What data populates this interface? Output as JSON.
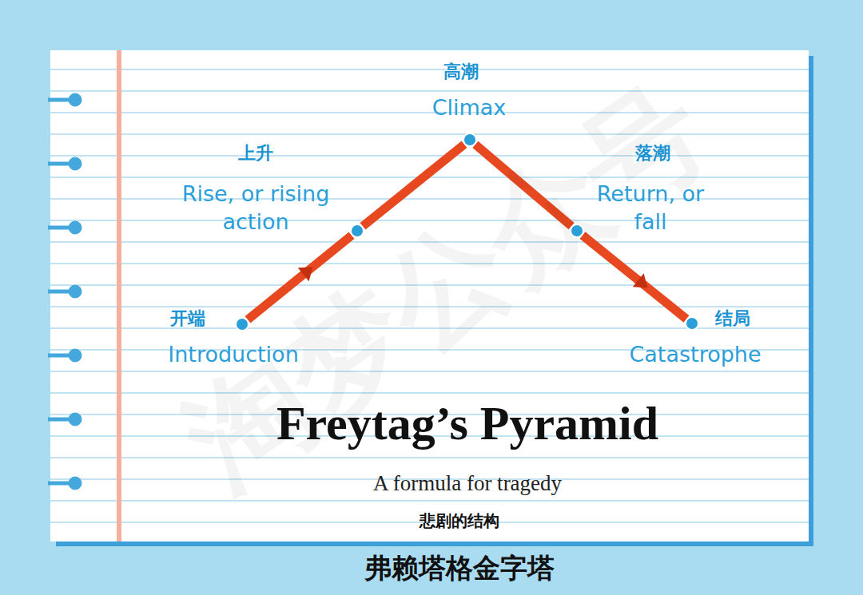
{
  "diagram": {
    "title": "Freytag’s Pyramid",
    "caption": "弗赖塔格金字塔",
    "nodes": [
      {
        "text": [
          "开端",
          "Introduction"
        ]
      },
      {
        "text": [
          "上升",
          "Rise, or rising action"
        ]
      },
      {
        "text": [
          "高潮",
          "Climax"
        ]
      },
      {
        "text": [
          "落潮",
          "Return, or fall"
        ]
      },
      {
        "text": [
          "结局",
          "Catastrophe"
        ]
      }
    ],
    "edges": [
      {
        "from": 0,
        "to": 1,
        "arrow": "to"
      },
      {
        "from": 1,
        "to": 2,
        "arrow": "none"
      },
      {
        "from": 2,
        "to": 3,
        "arrow": "none"
      },
      {
        "from": 3,
        "to": 4,
        "arrow": "to"
      }
    ],
    "labels": [
      "A formula for tragedy",
      "悲剧的结构",
      "淘梦公众号"
    ]
  }
}
